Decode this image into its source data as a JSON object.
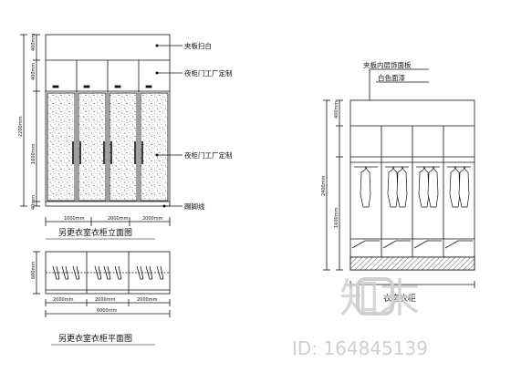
{
  "callouts": {
    "top_panel": "夹板扫白",
    "upper_doors": "夜柜门工厂定制",
    "lower_doors": "夜柜门工厂定制",
    "skirting": "踢脚线",
    "right_note_1": "夹板内层饰面板",
    "right_note_2": "白色面漆"
  },
  "dimensions": {
    "front_widths": [
      "1000mm",
      "2000mm",
      "2000mm"
    ],
    "plan_widths": [
      "2000mm",
      "2000mm",
      "2000mm"
    ],
    "plan_total": "6000mm",
    "left_heights": [
      "400mm",
      "400mm",
      "2200mm",
      "1600mm",
      "40mm"
    ],
    "plan_depth": "600mm",
    "right_heights": [
      "400mm",
      "2400mm",
      "1600mm"
    ]
  },
  "titles": {
    "front_elevation": "另更衣室衣柜立面图",
    "plan": "另更衣室衣柜平面图",
    "side_elevation": "衣室衣柜"
  },
  "watermark": {
    "brand": "知末",
    "id": "ID: 164845139"
  },
  "colors": {
    "line": "#111111",
    "hatch": "#555555",
    "watermark": "#cfcfcf"
  }
}
